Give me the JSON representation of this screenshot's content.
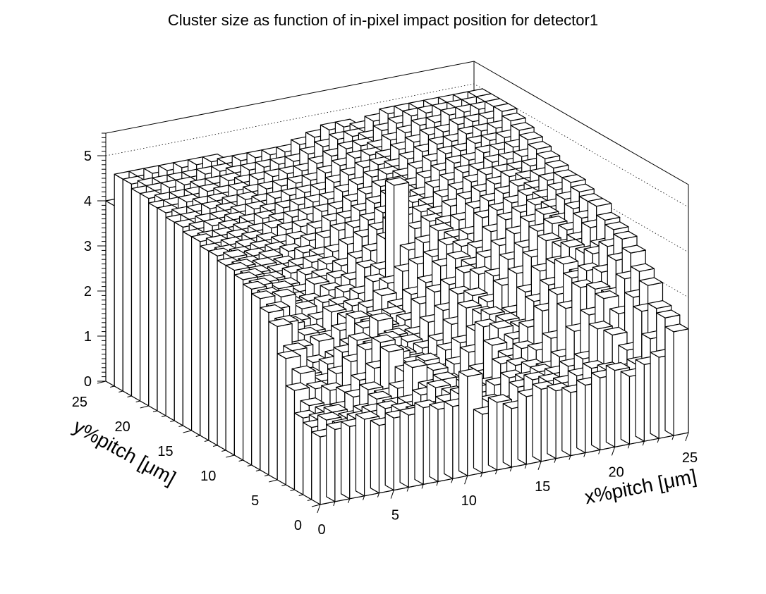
{
  "chart_data": {
    "type": "lego3d",
    "title": "Cluster size as function of in-pixel impact position for detector1",
    "xlabel": "x%pitch [μm]",
    "ylabel": "y%pitch [μm]",
    "xlim": [
      0,
      25
    ],
    "ylim": [
      0,
      25
    ],
    "zlim": [
      0,
      5.5
    ],
    "bins_x": 25,
    "bins_y": 25,
    "x_ticks": [
      0,
      5,
      10,
      15,
      20,
      25
    ],
    "y_ticks": [
      0,
      5,
      10,
      15,
      20,
      25
    ],
    "z_ticks": [
      0,
      1,
      2,
      3,
      4,
      5
    ],
    "grid": true,
    "z_values": [
      [
        1.5,
        1.6,
        1.6,
        1.7,
        1.5,
        1.6,
        1.6,
        1.7,
        1.6,
        1.6,
        2.2,
        1.3,
        1.5,
        1.3,
        1.5,
        1.6,
        1.5,
        1.4,
        1.5,
        1.6,
        1.7,
        1.5,
        1.7,
        1.8,
        2.3
      ],
      [
        1.6,
        1.7,
        1.5,
        1.6,
        1.7,
        1.7,
        1.6,
        1.5,
        1.5,
        1.6,
        1.7,
        1.3,
        1.4,
        1.3,
        1.6,
        1.7,
        1.6,
        1.5,
        1.6,
        1.7,
        1.6,
        1.5,
        1.6,
        2.1,
        2.5
      ],
      [
        1.7,
        1.6,
        1.7,
        1.5,
        1.6,
        1.8,
        1.6,
        1.6,
        1.7,
        1.8,
        1.6,
        1.3,
        1.5,
        1.6,
        1.7,
        1.6,
        1.7,
        1.6,
        1.7,
        1.8,
        2.4,
        2.2,
        1.8,
        2.6,
        2.6
      ],
      [
        2.2,
        1.8,
        1.6,
        1.6,
        1.8,
        1.9,
        1.7,
        1.8,
        2.2,
        1.7,
        1.8,
        1.4,
        1.3,
        1.5,
        1.9,
        1.8,
        1.7,
        1.6,
        1.8,
        2.3,
        2.6,
        2.9,
        2.5,
        2.8,
        3.0
      ],
      [
        2.8,
        2.4,
        2.0,
        1.9,
        1.8,
        2.0,
        2.2,
        2.5,
        2.0,
        1.9,
        1.9,
        1.6,
        1.5,
        1.7,
        2.2,
        1.9,
        2.0,
        1.9,
        2.1,
        2.7,
        3.1,
        3.0,
        2.8,
        3.1,
        3.2
      ],
      [
        3.4,
        2.8,
        2.2,
        2.0,
        2.1,
        2.3,
        2.5,
        2.6,
        2.3,
        2.0,
        2.0,
        1.7,
        1.8,
        2.0,
        2.5,
        2.4,
        2.1,
        2.3,
        2.6,
        2.9,
        3.2,
        3.3,
        3.2,
        3.4,
        3.5
      ],
      [
        3.6,
        3.3,
        2.7,
        2.3,
        2.2,
        2.4,
        2.6,
        2.4,
        2.5,
        2.1,
        1.9,
        1.8,
        2.0,
        2.1,
        2.3,
        2.6,
        2.4,
        2.2,
        2.7,
        3.0,
        3.4,
        3.1,
        3.5,
        3.6,
        3.7
      ],
      [
        3.8,
        3.5,
        3.1,
        2.8,
        2.6,
        2.2,
        2.4,
        2.7,
        2.8,
        2.4,
        2.2,
        2.0,
        2.1,
        2.4,
        2.7,
        2.5,
        2.3,
        2.4,
        2.8,
        3.2,
        3.3,
        3.6,
        3.4,
        3.5,
        3.8
      ],
      [
        3.9,
        3.7,
        3.6,
        3.0,
        2.7,
        2.5,
        2.6,
        2.8,
        2.6,
        2.5,
        2.3,
        2.2,
        2.4,
        2.6,
        2.9,
        2.8,
        2.6,
        2.9,
        3.1,
        3.4,
        3.7,
        3.5,
        3.6,
        3.8,
        3.9
      ],
      [
        4.0,
        3.8,
        3.4,
        3.3,
        3.1,
        2.8,
        2.9,
        2.7,
        2.5,
        2.6,
        2.6,
        2.4,
        2.7,
        2.9,
        3.0,
        3.2,
        3.1,
        3.0,
        3.3,
        3.5,
        3.8,
        3.9,
        3.7,
        3.9,
        4.1
      ],
      [
        4.1,
        3.9,
        3.7,
        3.5,
        3.2,
        3.1,
        3.0,
        2.9,
        2.8,
        2.7,
        2.9,
        2.6,
        2.8,
        3.0,
        3.3,
        3.4,
        3.2,
        3.3,
        3.5,
        3.7,
        3.9,
        4.0,
        3.8,
        4.0,
        4.1
      ],
      [
        4.1,
        4.0,
        3.8,
        3.6,
        3.4,
        3.2,
        3.3,
        3.1,
        3.0,
        2.9,
        3.1,
        3.0,
        3.2,
        3.3,
        3.4,
        3.6,
        3.5,
        3.4,
        3.7,
        3.9,
        4.0,
        4.1,
        4.0,
        4.1,
        4.2
      ],
      [
        4.2,
        4.1,
        3.9,
        3.8,
        3.6,
        3.5,
        3.4,
        3.3,
        3.2,
        3.1,
        3.3,
        3.2,
        5.0,
        3.5,
        3.6,
        3.8,
        3.6,
        3.6,
        3.9,
        4.0,
        4.1,
        4.2,
        4.1,
        4.2,
        4.3
      ],
      [
        4.2,
        4.1,
        4.0,
        3.9,
        3.8,
        3.6,
        3.5,
        3.5,
        3.4,
        3.3,
        3.4,
        3.5,
        3.7,
        3.8,
        3.8,
        3.9,
        3.8,
        3.8,
        4.0,
        4.1,
        4.2,
        4.3,
        4.2,
        4.3,
        4.3
      ],
      [
        4.3,
        4.2,
        4.1,
        4.0,
        3.9,
        3.8,
        3.7,
        3.6,
        3.5,
        3.5,
        3.6,
        3.7,
        3.8,
        3.9,
        4.0,
        4.0,
        3.9,
        4.0,
        4.1,
        4.2,
        4.3,
        4.4,
        4.3,
        4.3,
        4.4
      ],
      [
        4.3,
        4.2,
        4.2,
        4.1,
        4.0,
        3.9,
        3.8,
        3.8,
        3.7,
        3.7,
        3.8,
        3.8,
        3.9,
        4.0,
        4.1,
        4.1,
        4.0,
        4.1,
        4.2,
        4.3,
        4.4,
        4.4,
        4.4,
        4.4,
        4.5
      ],
      [
        4.4,
        4.3,
        4.3,
        4.2,
        4.1,
        4.0,
        4.0,
        3.9,
        3.9,
        3.8,
        3.9,
        3.9,
        4.0,
        4.1,
        4.2,
        4.2,
        4.1,
        4.2,
        4.3,
        4.4,
        4.4,
        4.5,
        4.5,
        4.5,
        4.6
      ],
      [
        4.4,
        4.4,
        4.3,
        4.3,
        4.2,
        4.1,
        4.1,
        4.0,
        4.0,
        4.0,
        4.0,
        4.0,
        4.1,
        4.2,
        4.3,
        4.3,
        4.2,
        4.3,
        4.4,
        4.5,
        4.5,
        4.6,
        4.6,
        4.6,
        4.7
      ],
      [
        4.5,
        4.4,
        4.4,
        4.4,
        4.3,
        4.2,
        4.2,
        4.1,
        4.1,
        4.1,
        4.1,
        4.1,
        4.2,
        4.3,
        4.4,
        4.4,
        4.3,
        4.4,
        4.5,
        4.6,
        4.6,
        4.7,
        4.7,
        4.7,
        4.8
      ],
      [
        4.5,
        4.5,
        4.5,
        4.4,
        4.4,
        4.3,
        4.3,
        4.2,
        4.2,
        4.2,
        4.2,
        4.2,
        4.3,
        4.4,
        4.5,
        4.5,
        4.4,
        4.5,
        4.6,
        4.7,
        4.7,
        4.8,
        4.8,
        4.8,
        4.9
      ],
      [
        4.6,
        4.5,
        4.5,
        4.5,
        4.5,
        4.4,
        4.4,
        4.3,
        4.3,
        4.3,
        4.3,
        4.3,
        4.4,
        4.5,
        4.6,
        4.6,
        4.5,
        4.6,
        4.7,
        4.8,
        4.8,
        4.9,
        4.9,
        4.9,
        5.0
      ],
      [
        4.6,
        4.6,
        4.6,
        4.6,
        4.5,
        4.5,
        4.5,
        4.4,
        4.4,
        4.4,
        4.4,
        4.4,
        4.5,
        4.6,
        4.7,
        4.7,
        4.6,
        4.7,
        4.8,
        4.9,
        4.9,
        5.0,
        5.0,
        5.0,
        5.0
      ],
      [
        4.7,
        4.6,
        4.6,
        4.6,
        4.6,
        4.6,
        4.6,
        4.5,
        4.5,
        4.5,
        4.5,
        4.5,
        4.6,
        4.7,
        4.8,
        4.8,
        4.7,
        4.8,
        4.9,
        5.0,
        5.0,
        5.0,
        5.0,
        5.0,
        5.0
      ],
      [
        4.7,
        4.7,
        4.7,
        4.7,
        4.7,
        4.7,
        4.7,
        4.6,
        4.6,
        4.6,
        4.6,
        4.6,
        4.7,
        4.8,
        4.9,
        4.9,
        4.8,
        4.9,
        5.0,
        5.0,
        5.0,
        5.0,
        5.0,
        5.0,
        5.0
      ],
      [
        4.0,
        3.9,
        4.0,
        4.0,
        4.1,
        4.0,
        4.0,
        3.8,
        3.7,
        3.9,
        4.0,
        3.8,
        3.9,
        4.0,
        4.1,
        4.0,
        3.9,
        4.0,
        4.1,
        4.0,
        4.1,
        4.0,
        4.1,
        3.9,
        3.7
      ]
    ]
  }
}
